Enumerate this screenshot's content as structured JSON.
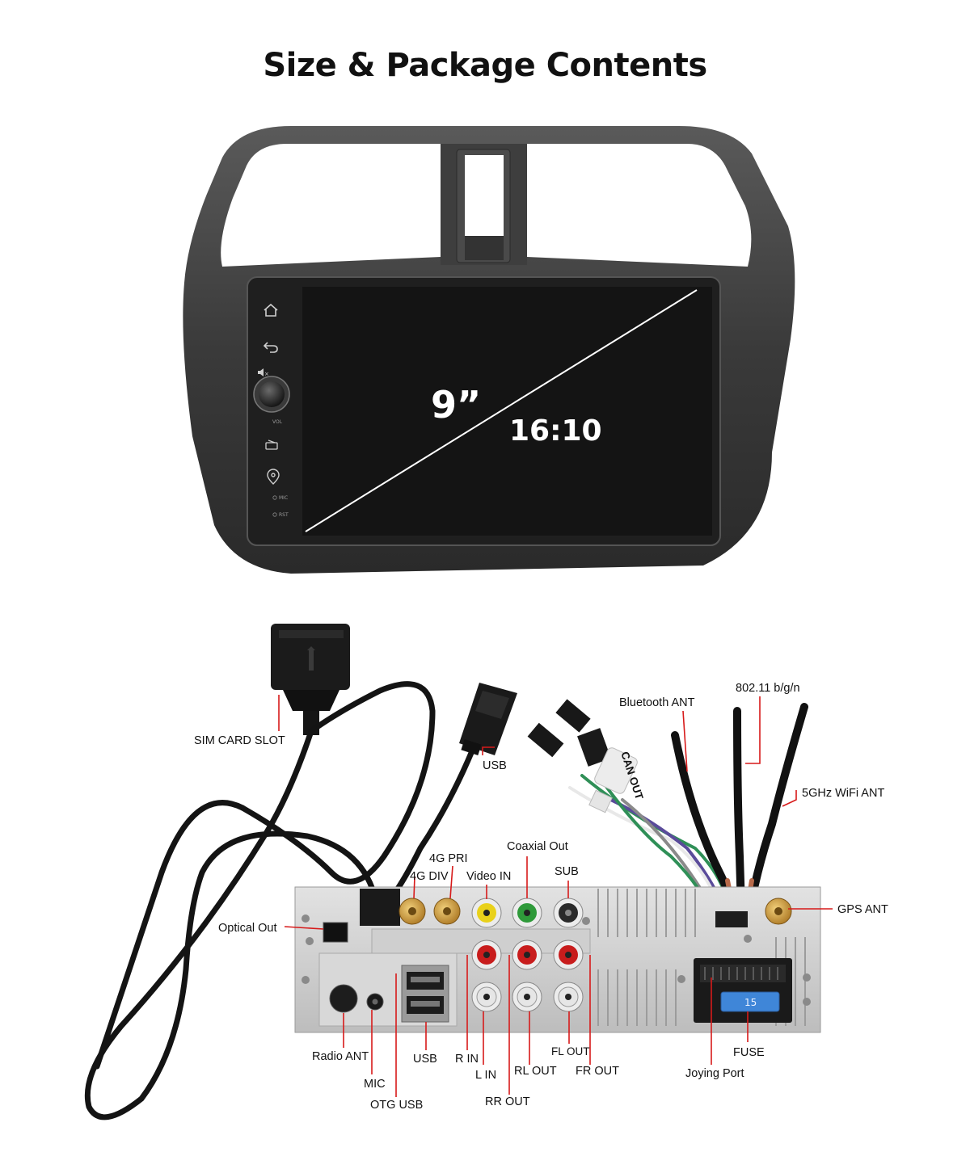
{
  "title": "Size & Package Contents",
  "screen": {
    "diagonal": "9”",
    "ratio": "16:10",
    "panel": {
      "vol": "VOL",
      "mic": "MIC",
      "rst": "RST",
      "icons": [
        "home-icon",
        "back-icon",
        "mute-icon",
        "volume-knob",
        "radio-icon",
        "location-icon"
      ]
    }
  },
  "labels": {
    "sim_card_slot": "SIM CARD SLOT",
    "usb_cable": "USB",
    "bluetooth_ant": "Bluetooth ANT",
    "wifi_24": "802.11 b/g/n",
    "wifi_5g": "5GHz WiFi ANT",
    "gps_ant": "GPS ANT",
    "coaxial_out": "Coaxial Out",
    "fourg_pri": "4G PRI",
    "fourg_div": "4G DIV",
    "video_in": "Video IN",
    "sub": "SUB",
    "optical_out": "Optical Out",
    "radio_ant": "Radio ANT",
    "mic": "MIC",
    "otg_usb": "OTG USB",
    "usb_port": "USB",
    "r_in": "R IN",
    "l_in": "L IN",
    "rr_out": "RR OUT",
    "rl_out": "RL OUT",
    "fl_out": "FL OUT",
    "fr_out": "FR OUT",
    "joying_port": "Joying Port",
    "fuse": "FUSE"
  },
  "cable_tags": {
    "can_out": "CAN OUT"
  },
  "fuse_value": "15",
  "colors": {
    "lead_line": "#d71a1a",
    "screen": "#141414",
    "bezel": "#2c2c2c",
    "chassis": "#c9c9c9",
    "gold": "#c8902e",
    "rca_red": "#c81c1c",
    "rca_yellow": "#e9d11a",
    "rca_green": "#2f9a3a",
    "rca_white": "#e6e6e6",
    "fuse_blue": "#3f86d8"
  }
}
